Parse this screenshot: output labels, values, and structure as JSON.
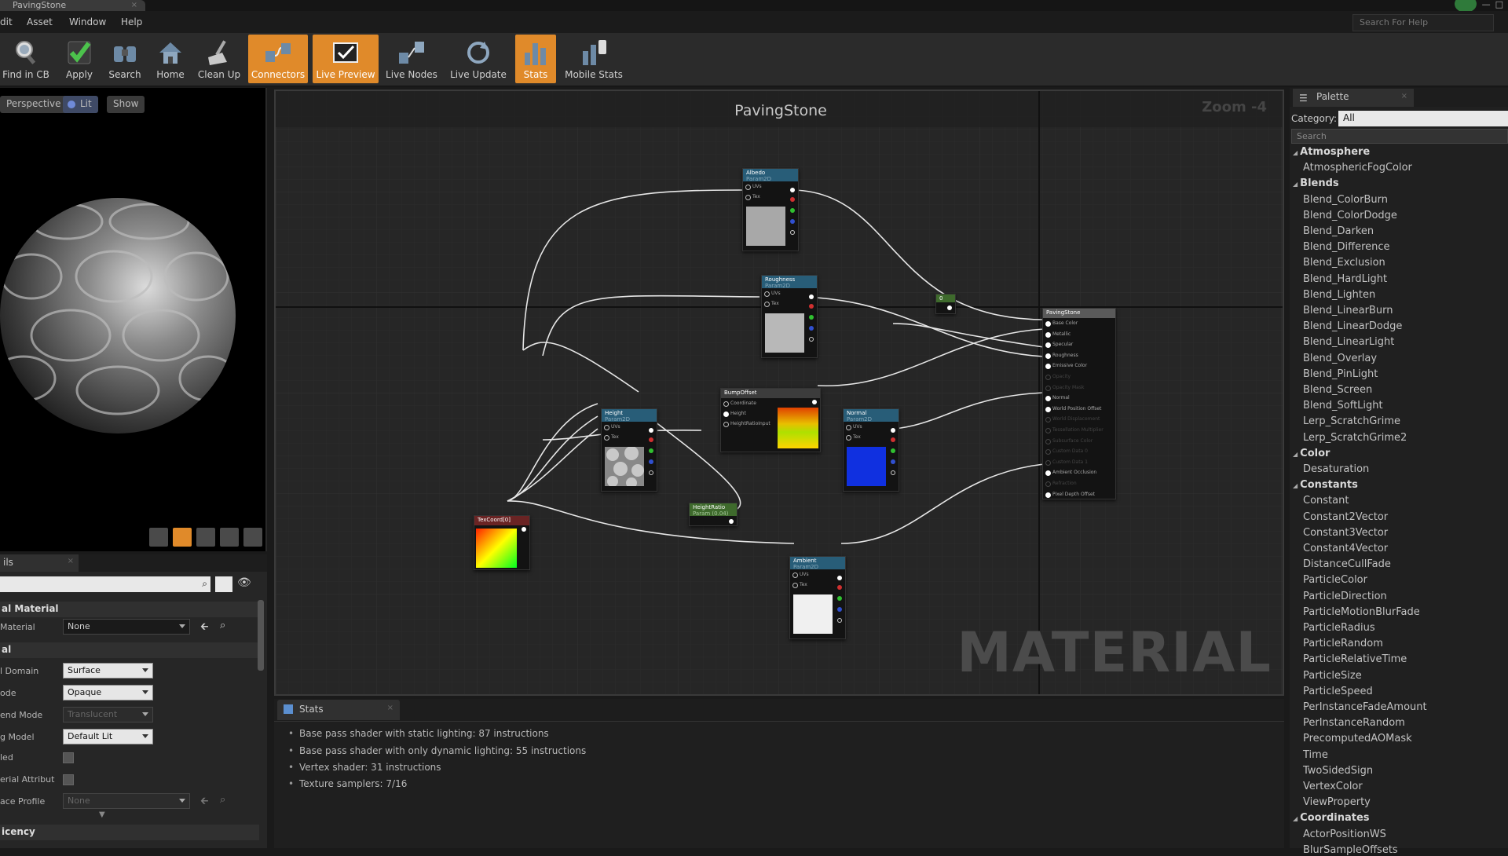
{
  "window": {
    "title": "PavingStone",
    "close": "×"
  },
  "menu": [
    "dit",
    "Asset",
    "Window",
    "Help"
  ],
  "help_search_placeholder": "Search For Help",
  "toolbar": [
    {
      "label": "Find in CB",
      "active": false
    },
    {
      "label": "Apply",
      "active": false
    },
    {
      "label": "Search",
      "active": false
    },
    {
      "label": "Home",
      "active": false
    },
    {
      "label": "Clean Up",
      "active": false
    },
    {
      "label": "Connectors",
      "active": true
    },
    {
      "label": "Live Preview",
      "active": true
    },
    {
      "label": "Live Nodes",
      "active": false
    },
    {
      "label": "Live Update",
      "active": false
    },
    {
      "label": "Stats",
      "active": true
    },
    {
      "label": "Mobile Stats",
      "active": false
    }
  ],
  "viewport": {
    "perspective": "Perspective",
    "lit": "Lit",
    "show": "Show"
  },
  "details": {
    "tab_label": "ils",
    "section_material": "al Material",
    "material_label": "Material",
    "material_value": "None",
    "section_al": "al",
    "domain_label": "l Domain",
    "domain_value": "Surface",
    "mode_label": "ode",
    "mode_value": "Opaque",
    "blend_label": "end Mode",
    "blend_value": "Translucent",
    "shading_label": "g Model",
    "shading_value": "Default Lit",
    "led_label": "led",
    "attr_label": "erial Attribut",
    "face_label": "ace Profile",
    "face_value": "None",
    "section_icency": "icency"
  },
  "graph": {
    "title": "PavingStone",
    "zoom": "Zoom -4",
    "watermark": "MATERIAL",
    "nodes": {
      "albedo": "Albedo",
      "roughness": "Roughness",
      "height": "Height",
      "bumpoffset": "BumpOffset",
      "normal": "Normal",
      "texcoord": "TexCoord[0]",
      "heightratio": "HeightRatio",
      "ambient": "Ambient",
      "param_sub": "Param2D",
      "heightratio_sub": "Param (0.04)",
      "const": "0",
      "pavingstone": "PavingStone",
      "pin_uvs": "UVs",
      "pin_tex": "Tex",
      "pin_coordinate": "Coordinate",
      "pin_height": "Height",
      "pin_heightratio": "HeightRatioInput"
    },
    "result_pins": [
      {
        "label": "Base Color",
        "dim": false
      },
      {
        "label": "Metallic",
        "dim": false
      },
      {
        "label": "Specular",
        "dim": false
      },
      {
        "label": "Roughness",
        "dim": false
      },
      {
        "label": "Emissive Color",
        "dim": false
      },
      {
        "label": "Opacity",
        "dim": true
      },
      {
        "label": "Opacity Mask",
        "dim": true
      },
      {
        "label": "Normal",
        "dim": false
      },
      {
        "label": "World Position Offset",
        "dim": false
      },
      {
        "label": "World Displacement",
        "dim": true
      },
      {
        "label": "Tessellation Multiplier",
        "dim": true
      },
      {
        "label": "Subsurface Color",
        "dim": true
      },
      {
        "label": "Custom Data 0",
        "dim": true
      },
      {
        "label": "Custom Data 1",
        "dim": true
      },
      {
        "label": "Ambient Occlusion",
        "dim": false
      },
      {
        "label": "Refraction",
        "dim": true
      },
      {
        "label": "Pixel Depth Offset",
        "dim": false
      }
    ]
  },
  "stats": {
    "tab_label": "Stats",
    "lines": [
      "Base pass shader with static lighting: 87 instructions",
      "Base pass shader with only dynamic lighting: 55 instructions",
      "Vertex shader: 31 instructions",
      "Texture samplers: 7/16"
    ]
  },
  "palette": {
    "tab_label": "Palette",
    "category_label": "Category:",
    "category_value": "All",
    "search_placeholder": "Search",
    "entries": [
      {
        "type": "cat",
        "label": "Atmosphere"
      },
      {
        "type": "item",
        "label": "AtmosphericFogColor"
      },
      {
        "type": "cat",
        "label": "Blends"
      },
      {
        "type": "item",
        "label": "Blend_ColorBurn"
      },
      {
        "type": "item",
        "label": "Blend_ColorDodge"
      },
      {
        "type": "item",
        "label": "Blend_Darken"
      },
      {
        "type": "item",
        "label": "Blend_Difference"
      },
      {
        "type": "item",
        "label": "Blend_Exclusion"
      },
      {
        "type": "item",
        "label": "Blend_HardLight"
      },
      {
        "type": "item",
        "label": "Blend_Lighten"
      },
      {
        "type": "item",
        "label": "Blend_LinearBurn"
      },
      {
        "type": "item",
        "label": "Blend_LinearDodge"
      },
      {
        "type": "item",
        "label": "Blend_LinearLight"
      },
      {
        "type": "item",
        "label": "Blend_Overlay"
      },
      {
        "type": "item",
        "label": "Blend_PinLight"
      },
      {
        "type": "item",
        "label": "Blend_Screen"
      },
      {
        "type": "item",
        "label": "Blend_SoftLight"
      },
      {
        "type": "item",
        "label": "Lerp_ScratchGrime"
      },
      {
        "type": "item",
        "label": "Lerp_ScratchGrime2"
      },
      {
        "type": "cat",
        "label": "Color"
      },
      {
        "type": "item",
        "label": "Desaturation"
      },
      {
        "type": "cat",
        "label": "Constants"
      },
      {
        "type": "item",
        "label": "Constant"
      },
      {
        "type": "item",
        "label": "Constant2Vector"
      },
      {
        "type": "item",
        "label": "Constant3Vector"
      },
      {
        "type": "item",
        "label": "Constant4Vector"
      },
      {
        "type": "item",
        "label": "DistanceCullFade"
      },
      {
        "type": "item",
        "label": "ParticleColor"
      },
      {
        "type": "item",
        "label": "ParticleDirection"
      },
      {
        "type": "item",
        "label": "ParticleMotionBlurFade"
      },
      {
        "type": "item",
        "label": "ParticleRadius"
      },
      {
        "type": "item",
        "label": "ParticleRandom"
      },
      {
        "type": "item",
        "label": "ParticleRelativeTime"
      },
      {
        "type": "item",
        "label": "ParticleSize"
      },
      {
        "type": "item",
        "label": "ParticleSpeed"
      },
      {
        "type": "item",
        "label": "PerInstanceFadeAmount"
      },
      {
        "type": "item",
        "label": "PerInstanceRandom"
      },
      {
        "type": "item",
        "label": "PrecomputedAOMask"
      },
      {
        "type": "item",
        "label": "Time"
      },
      {
        "type": "item",
        "label": "TwoSidedSign"
      },
      {
        "type": "item",
        "label": "VertexColor"
      },
      {
        "type": "item",
        "label": "ViewProperty"
      },
      {
        "type": "cat",
        "label": "Coordinates"
      },
      {
        "type": "item",
        "label": "ActorPositionWS"
      },
      {
        "type": "item",
        "label": "BlurSampleOffsets"
      }
    ]
  },
  "colors": {
    "accent": "#e08a2a",
    "pin_red": "#d03030",
    "pin_green": "#30c030",
    "pin_blue": "#3050d0"
  }
}
